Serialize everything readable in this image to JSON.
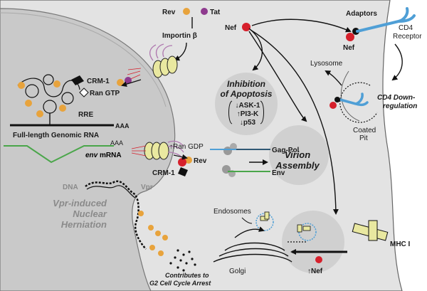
{
  "labels": {
    "rev_top": "Rev",
    "tat_top": "Tat",
    "importin": "Importin β",
    "nef_top": "Nef",
    "adaptors": "Adaptors",
    "nef_adaptor": "Nef",
    "cd4_line1": "CD4",
    "cd4_line2": "Receptor",
    "lysosome": "Lysosome",
    "cd4_down_line1": "CD4 Down-",
    "cd4_down_line2": "regulation",
    "coated_line1": "Coated",
    "coated_line2": "Pit",
    "crm1_top": "CRM-1",
    "ran_gtp": "Ran GTP",
    "rre": "RRE",
    "aaa_top": "AAA",
    "genomic_rna": "Full-length Genomic RNA",
    "apop_line1": "Inhibition",
    "apop_line2": "of Apoptosis",
    "apop_ask": "↓ASK-1",
    "apop_pi3k": "↑PI3-K",
    "apop_p53": "↓p53",
    "aaa_env": "AAA",
    "env_mrna_italic": "env",
    "env_mrna_rest": " mRNA",
    "ran_gdp": "↑Ran GDP",
    "rev_mid": "Rev",
    "crm1_mid": "CRM-1",
    "gag_pol": "Gag-Pol",
    "env": "Env",
    "virion_line1": "Virion",
    "virion_line2": "Assembly",
    "dna": "DNA",
    "vpr": "Vpr",
    "vpr_line1": "Vpr-induced",
    "vpr_line2": "Nuclear",
    "vpr_line3": "Herniation",
    "endosomes": "Endosomes",
    "golgi": "Golgi",
    "mhc": "MHC I",
    "nef_up": "↑Nef",
    "g2_line1": "Contributes to",
    "g2_line2": "G2 Cell Cycle Arrest"
  },
  "colors": {
    "cell": "#e3e3e3",
    "nucleus": "#c9c9c9",
    "rev_orange": "#e8a33c",
    "tat_purple": "#8e3a8e",
    "nef_red": "#d6202c",
    "importin_yellow": "#e9e8a0",
    "rna_green": "#4aa64a",
    "cd4_blue": "#4f9fd6",
    "mhc_yellow": "#e9e8a0"
  }
}
